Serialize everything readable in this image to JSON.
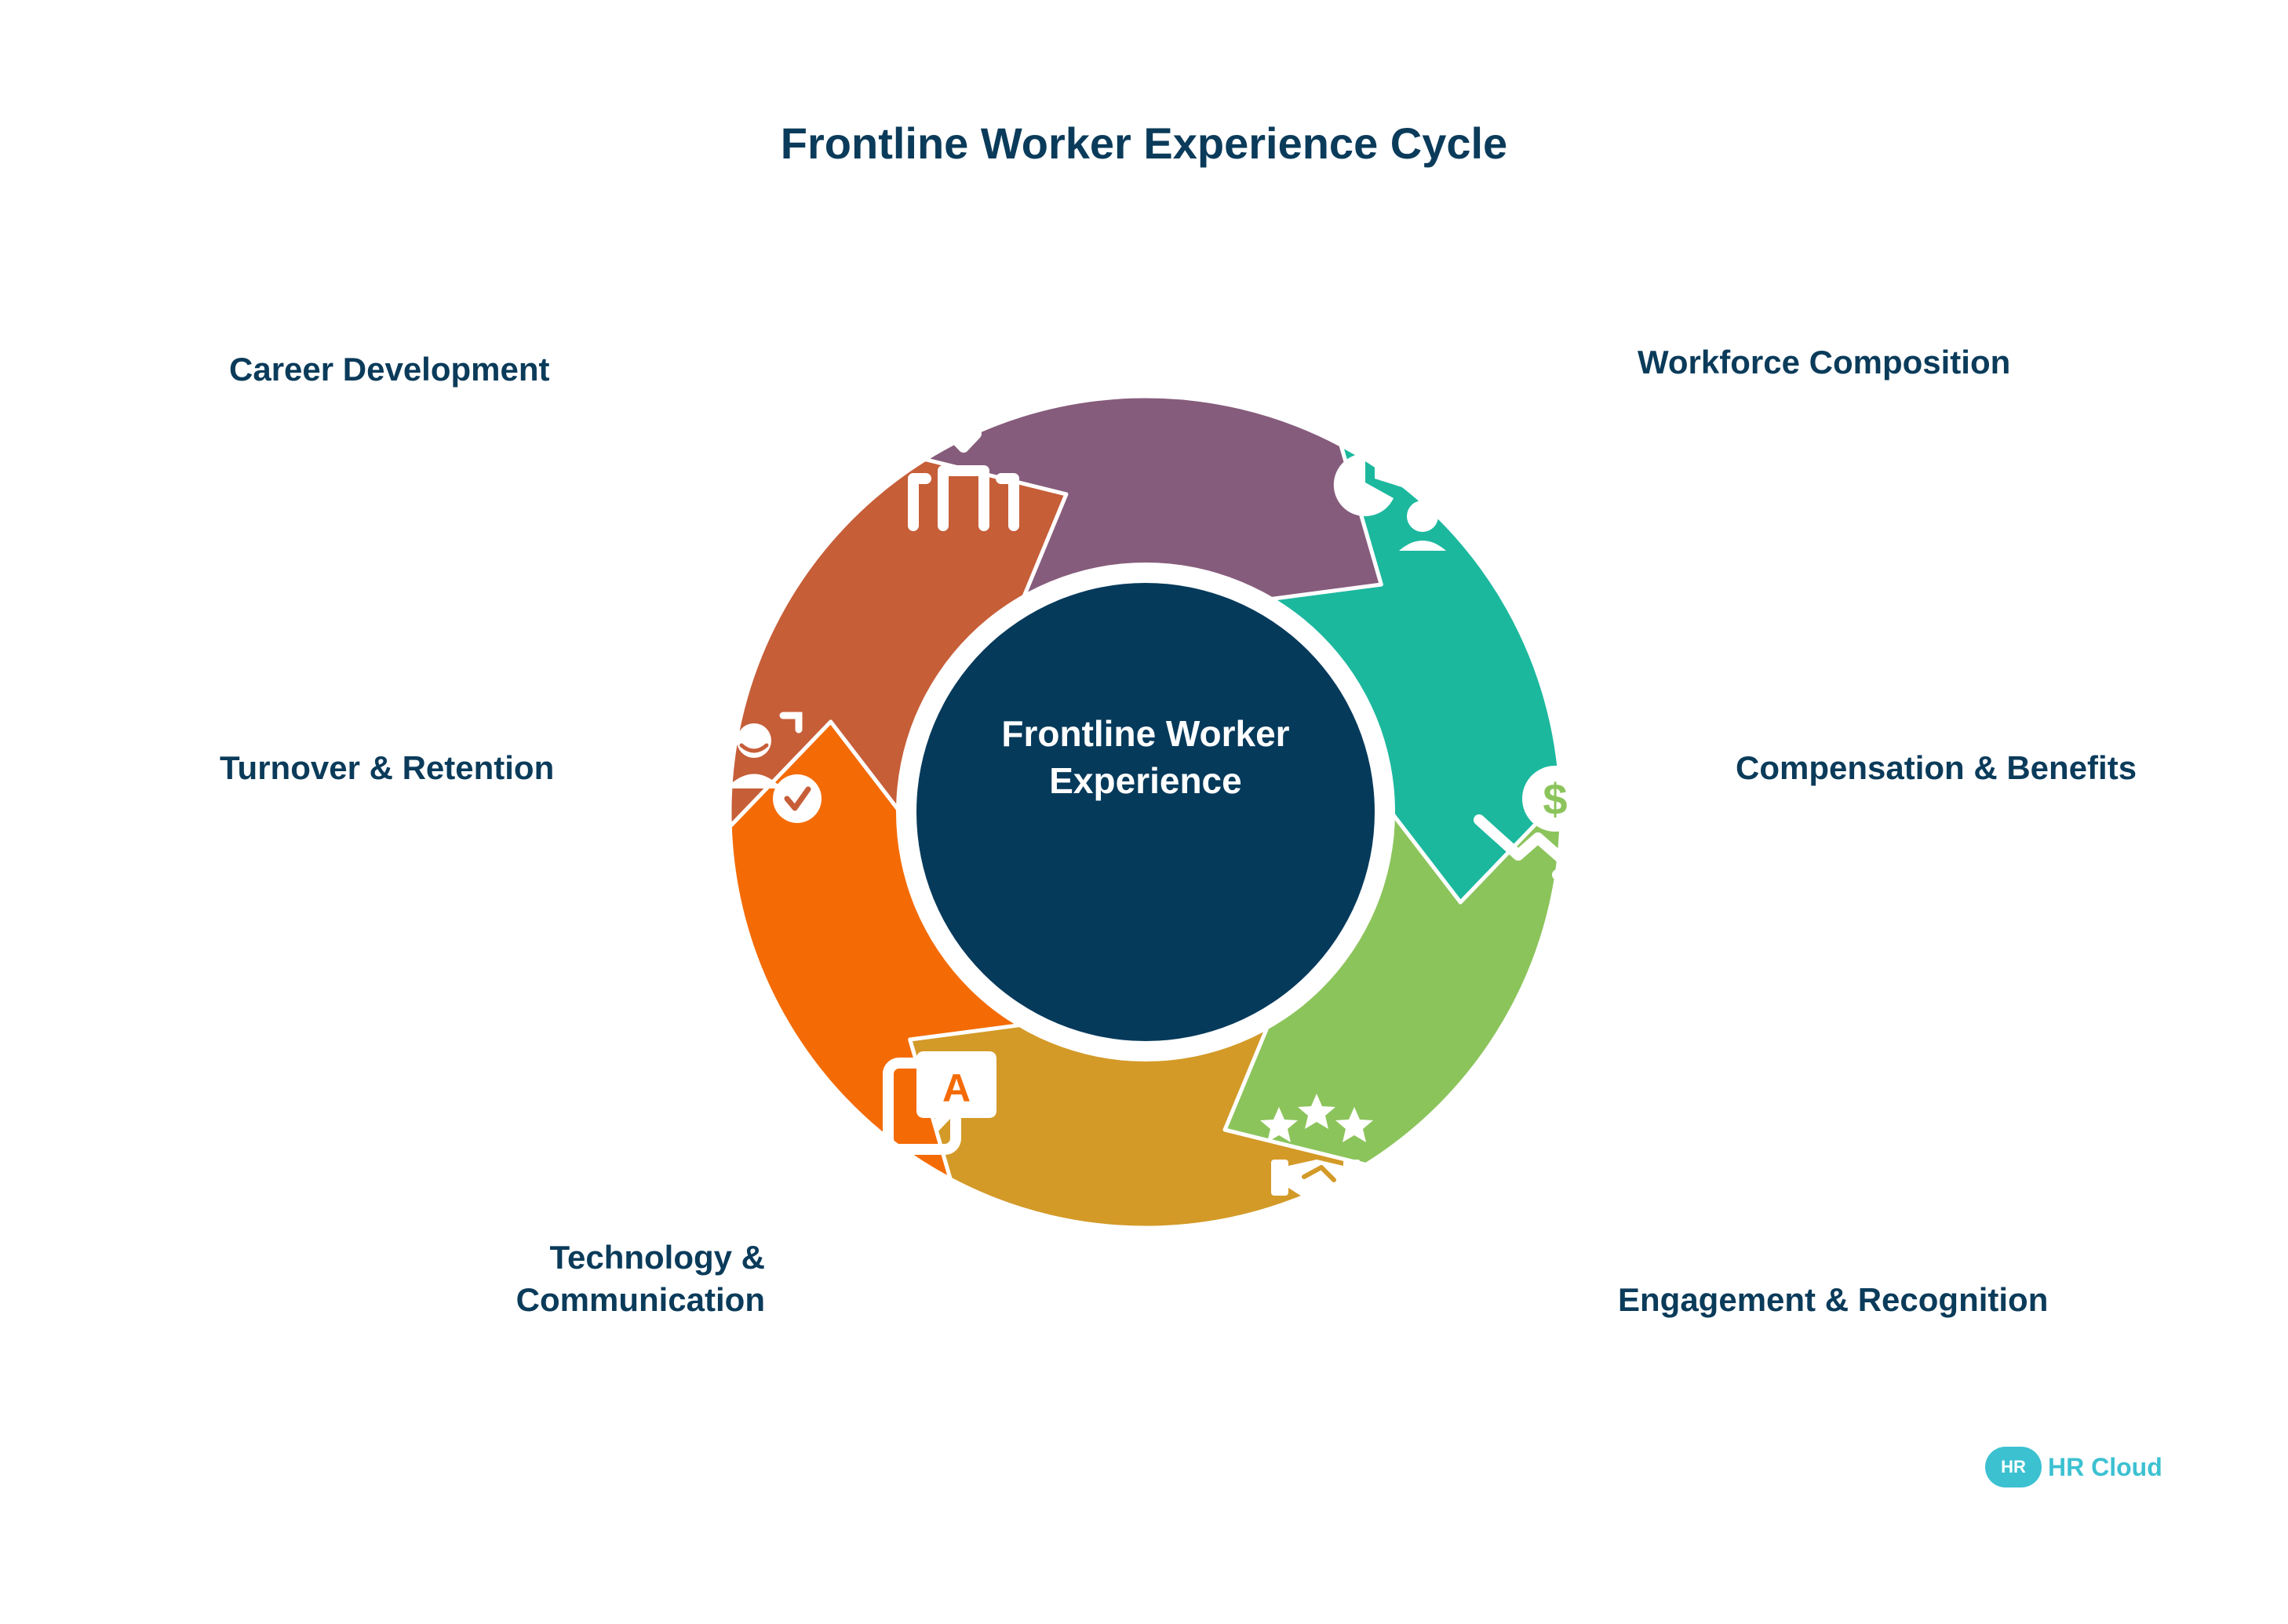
{
  "title": "Frontline Worker Experience Cycle",
  "center": {
    "line1": "Frontline Worker",
    "line2": "Experience",
    "color": "#063a5b"
  },
  "labels": {
    "career": "Career Development",
    "workforce": "Workforce Composition",
    "compensation": "Compensation & Benefits",
    "engagement": "Engagement & Recognition",
    "technology_line1": "Technology &",
    "technology_line2": "Communication",
    "turnover": "Turnover & Retention"
  },
  "segments": [
    {
      "id": "workforce",
      "color": "#1cb89e",
      "icon": "people-chart-icon"
    },
    {
      "id": "compensation",
      "color": "#8cc45c",
      "icon": "dollar-decline-icon"
    },
    {
      "id": "engagement",
      "color": "#d39a28",
      "icon": "stars-handshake-icon"
    },
    {
      "id": "technology",
      "color": "#f46b06",
      "icon": "chat-device-icon"
    },
    {
      "id": "turnover",
      "color": "#c65e38",
      "icon": "face-check-icon"
    },
    {
      "id": "career",
      "color": "#865c7c",
      "icon": "career-path-icon"
    }
  ],
  "logo": {
    "badge": "HR",
    "text": "HR Cloud"
  }
}
